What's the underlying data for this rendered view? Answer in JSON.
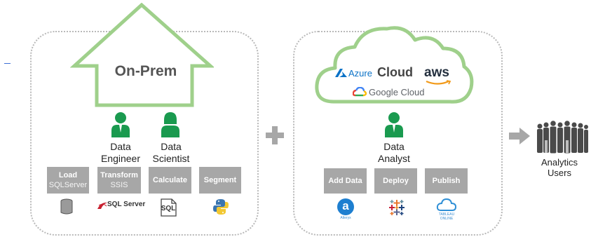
{
  "onprem": {
    "title": "On-Prem",
    "roles": [
      {
        "line1": "Data",
        "line2": "Engineer"
      },
      {
        "line1": "Data",
        "line2": "Scientist"
      }
    ],
    "steps": [
      {
        "label": "Load",
        "sub": "SQLServer"
      },
      {
        "label": "Transform",
        "sub": "SSIS"
      },
      {
        "label": "Calculate"
      },
      {
        "label": "Segment"
      }
    ],
    "tool_texts": {
      "sql_server": "SQL Server",
      "sql_file": "SQL"
    }
  },
  "plus": "+",
  "cloud": {
    "title": "Cloud",
    "providers": {
      "azure": "Azure",
      "aws": "aws",
      "google": "Google Cloud"
    },
    "role": {
      "line1": "Data",
      "line2": "Analyst"
    },
    "steps": [
      {
        "label": "Add Data"
      },
      {
        "label": "Deploy"
      },
      {
        "label": "Publish"
      }
    ],
    "tool_texts": {
      "alteryx_letter": "a",
      "alteryx_caption": "Alteryx",
      "tableau_online": "TABLEAU ONLINE"
    }
  },
  "output": {
    "line1": "Analytics",
    "line2": "Users"
  },
  "colors": {
    "green": "#1a9a4f",
    "house_outline": "#9fd08b",
    "box_gray": "#a7a7a7",
    "dotted_border": "#b9b9b9"
  }
}
